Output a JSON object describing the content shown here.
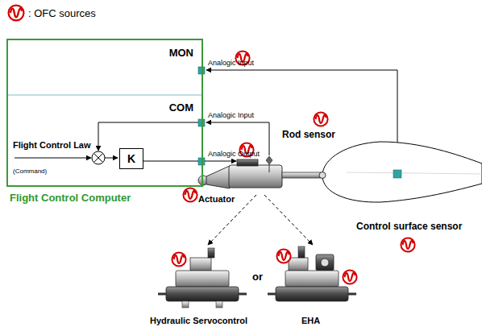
{
  "diagram": {
    "nodes": [
      {
        "text": [
          "Flight Control Computer"
        ]
      },
      {
        "text": [
          "MON"
        ],
        "in": 0
      },
      {
        "text": [
          "COM"
        ],
        "in": 0
      },
      {
        "text": [
          "K"
        ],
        "in": 2
      }
    ],
    "labels": [
      "Analogic Input",
      "Analogic Input",
      "Analogic Output",
      "Flight Control Law",
      "(Command)",
      "Rod sensor",
      "Actuator",
      "Control surface sensor",
      "or",
      "Hydraulic Servocontrol",
      "EHA"
    ],
    "legend": [
      {
        "text": ": OFC sources"
      }
    ]
  }
}
